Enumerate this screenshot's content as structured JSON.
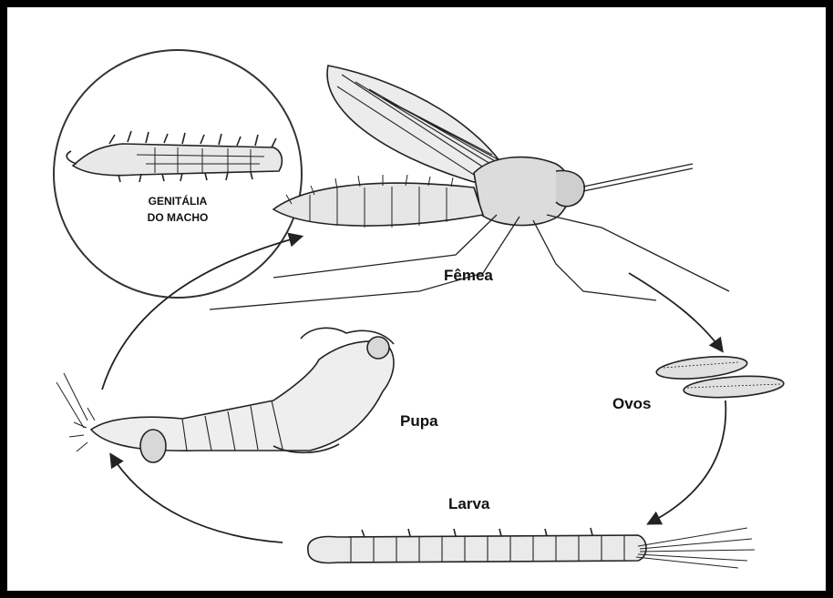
{
  "labels": {
    "genitalia_line1": "GENITÁLIA",
    "genitalia_line2": "DO MACHO",
    "female": "Fêmea",
    "eggs": "Ovos",
    "pupa": "Pupa",
    "larva": "Larva"
  },
  "stages": [
    "Fêmea",
    "Ovos",
    "Larva",
    "Pupa"
  ]
}
